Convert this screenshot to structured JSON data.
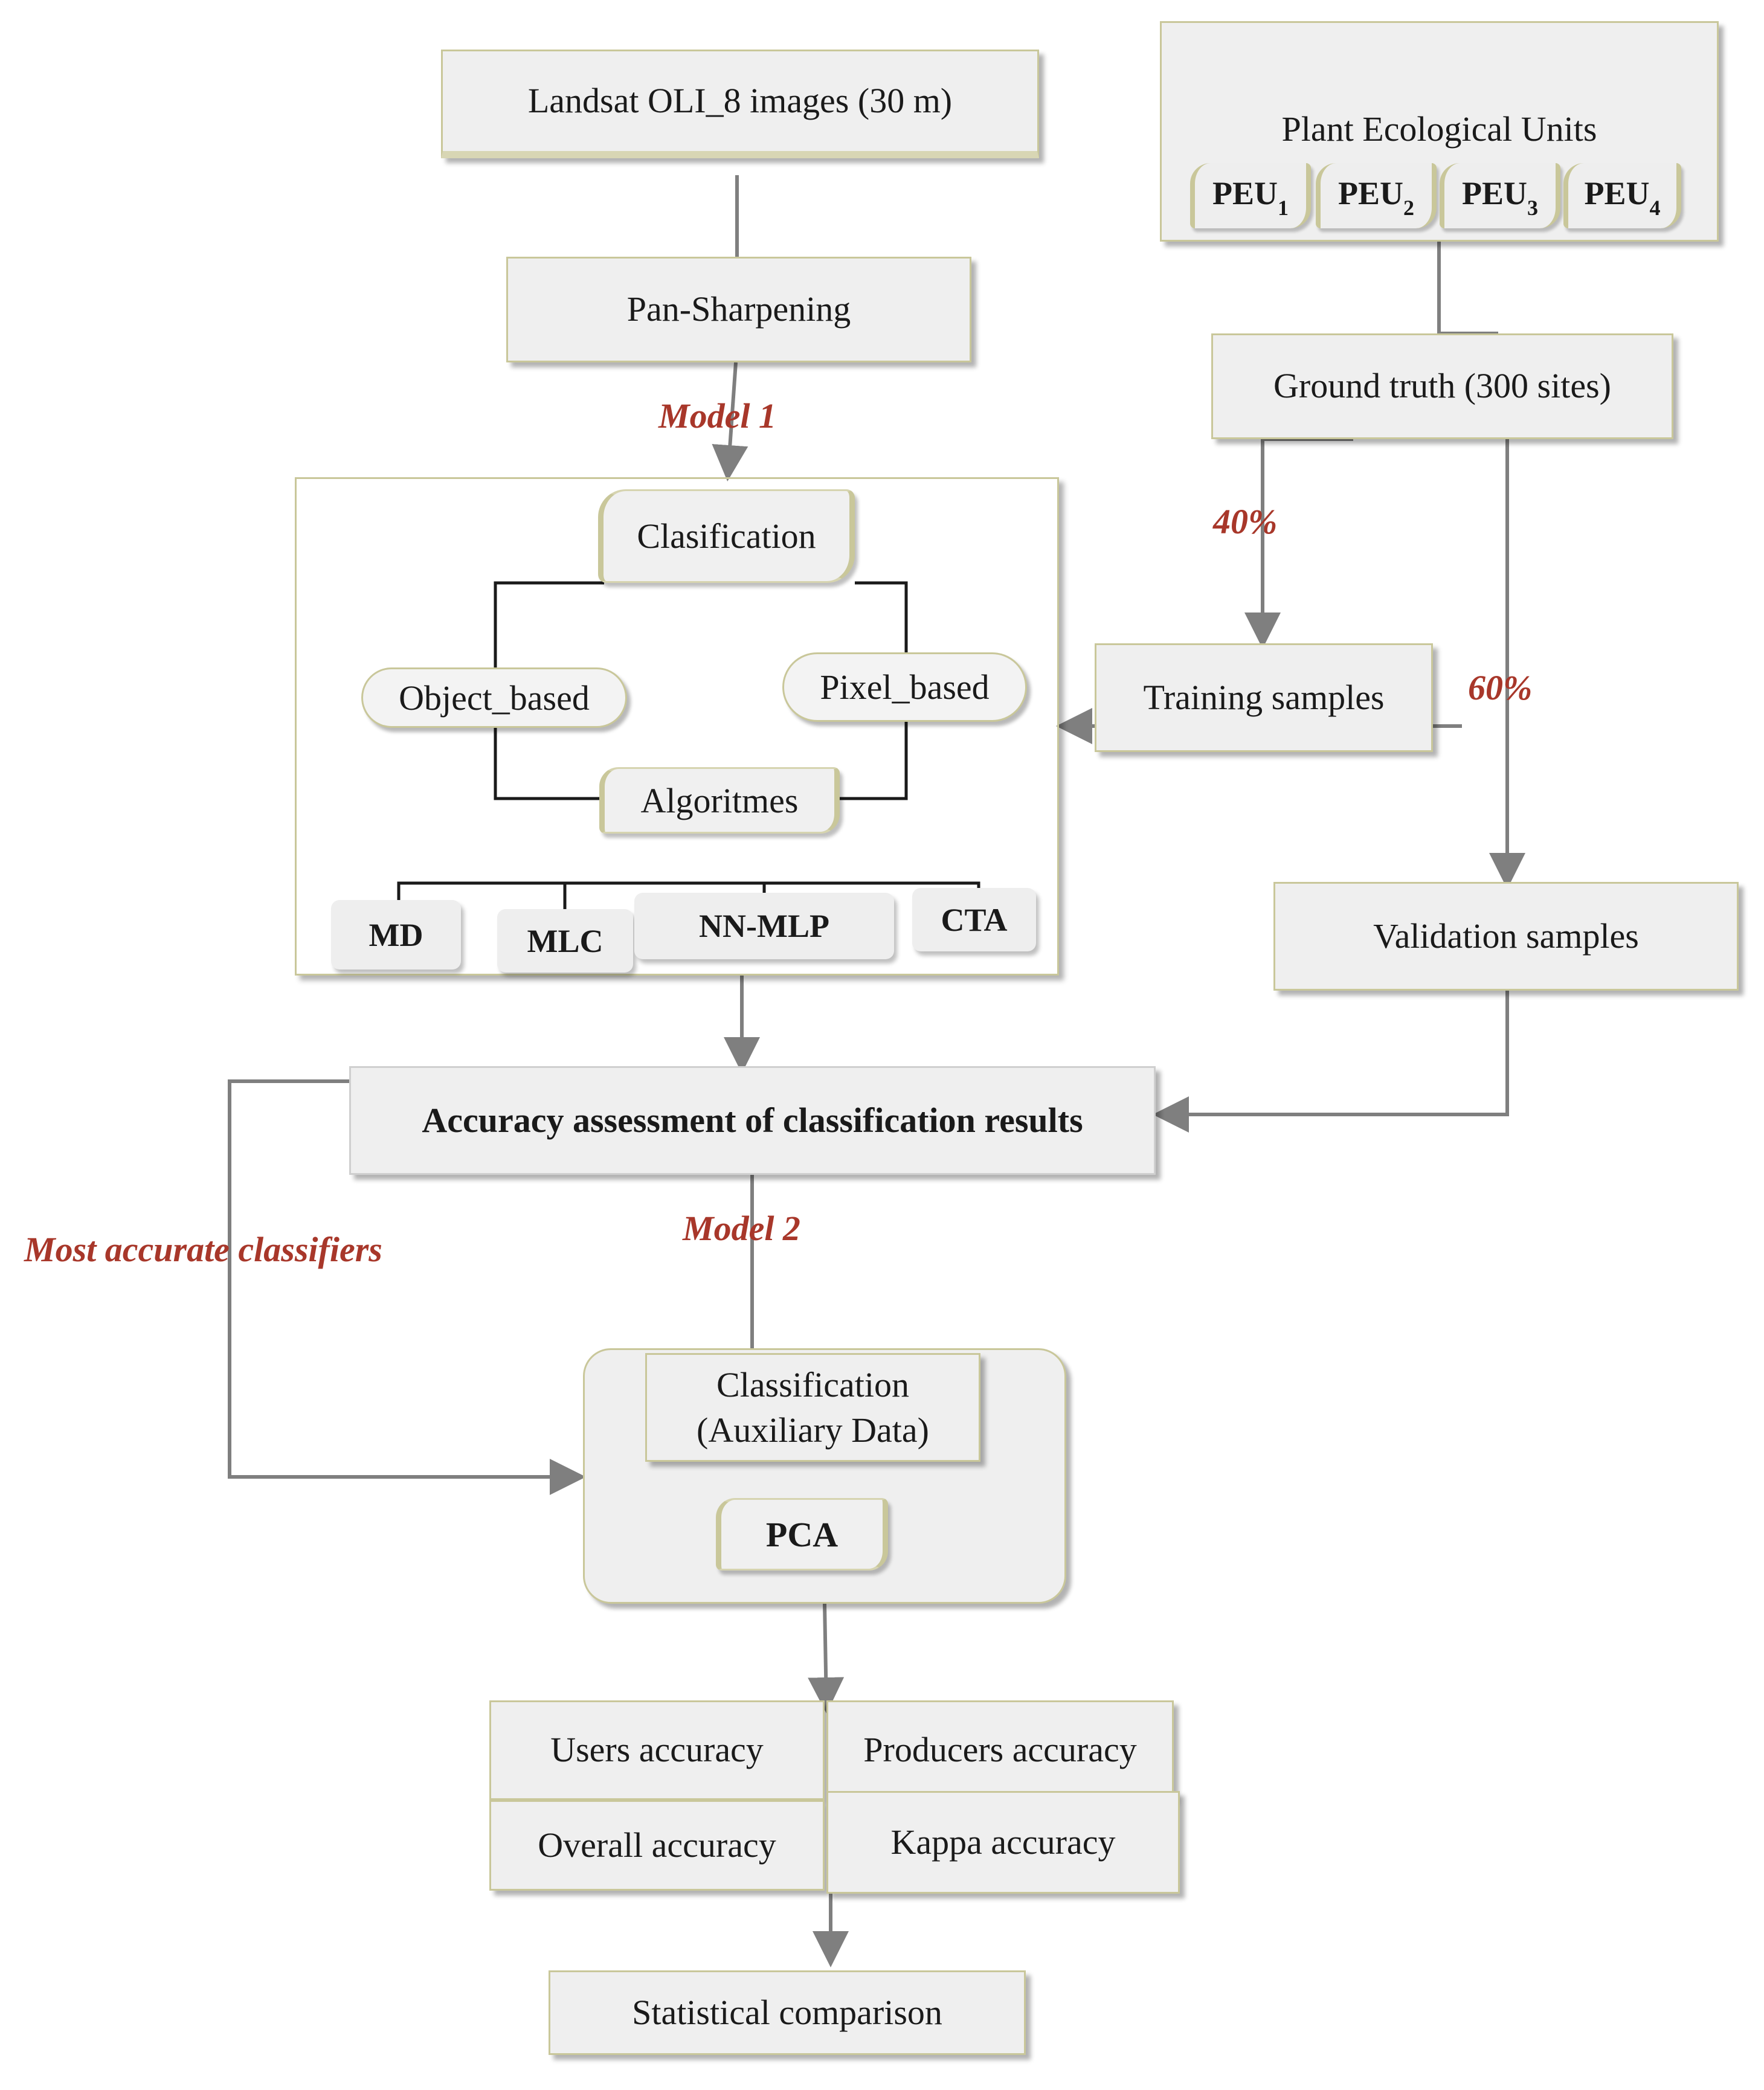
{
  "nodes": {
    "landsat": "Landsat OLI_8 images (30 m)",
    "pan_sharpening": "Pan-Sharpening",
    "peu_title": "Plant Ecological Units",
    "peu": [
      {
        "base": "PEU",
        "sub": "1"
      },
      {
        "base": "PEU",
        "sub": "2"
      },
      {
        "base": "PEU",
        "sub": "3"
      },
      {
        "base": "PEU",
        "sub": "4"
      }
    ],
    "ground_truth": "Ground truth (300 sites)",
    "classification": "Clasification",
    "object_based": "Object_based",
    "pixel_based": "Pixel_based",
    "algorithms": "Algoritmes",
    "algorithm_list": [
      "MD",
      "MLC",
      "NN-MLP",
      "CTA"
    ],
    "training": "Training samples",
    "validation": "Validation samples",
    "accuracy_assessment": "Accuracy assessment of classification results",
    "classification_aux_line1": "Classification",
    "classification_aux_line2": "(Auxiliary Data)",
    "pca": "PCA",
    "users_accuracy": "Users accuracy",
    "producers_accuracy": "Producers accuracy",
    "overall_accuracy": "Overall accuracy",
    "kappa_accuracy": "Kappa accuracy",
    "statistical_comparison": "Statistical comparison"
  },
  "edge_labels": {
    "model1": "Model 1",
    "model2": "Model 2",
    "pct_40": "40%",
    "pct_60": "60%",
    "most_accurate": "Most accurate classifiers"
  },
  "colors": {
    "border": "#c9c79a",
    "fill": "#efefef",
    "connector": "#7f7f7f",
    "label": "#a8372a"
  }
}
